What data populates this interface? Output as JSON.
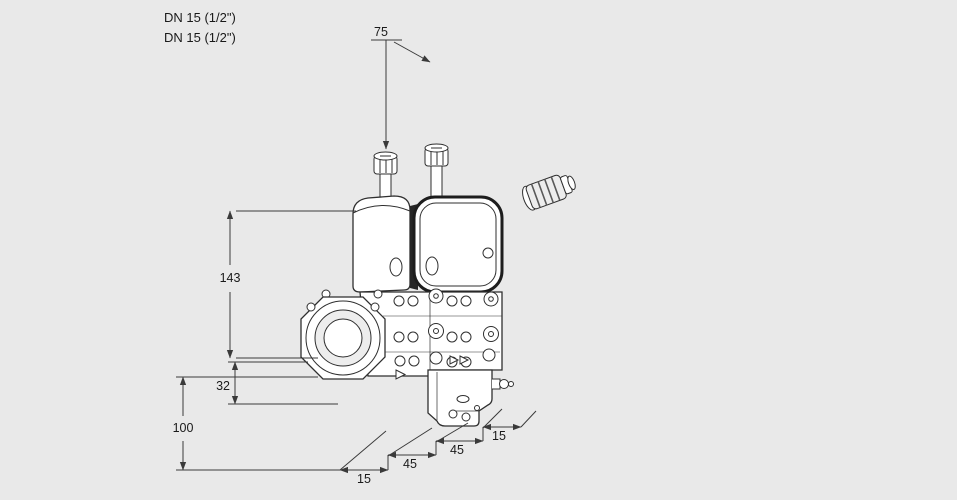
{
  "drawing": {
    "background_color": "#e9e9e9",
    "line_color": "#3a3a3a",
    "part_outline_color": "#2f2f2f",
    "text_color": "#1a1a1a",
    "description": "Dimensional line drawing of a double solenoid gas valve with strainer insert"
  },
  "port_labels": {
    "line1": "DN 15 (1/2\")",
    "line2": "DN 15 (1/2\")"
  },
  "dimensions": {
    "spacing_75": "75",
    "height_143": "143",
    "offset_32": "32",
    "height_100": "100",
    "bottom_15_left": "15",
    "bottom_45_left": "45",
    "bottom_45_right": "45",
    "bottom_15_right": "15"
  }
}
